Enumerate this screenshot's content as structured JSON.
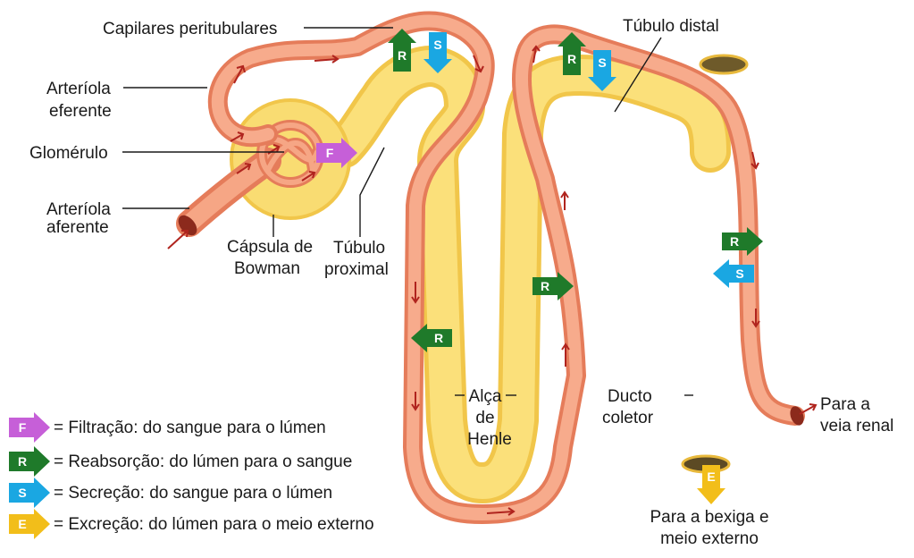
{
  "labels": {
    "capilares": "Capilares peritubulares",
    "arteriola_eferente_1": "Arteríola",
    "arteriola_eferente_2": "eferente",
    "glomerulo": "Glomérulo",
    "arteriola_aferente_1": "Arteríola",
    "arteriola_aferente_2": "aferente",
    "capsula_1": "Cápsula de",
    "capsula_2": "Bowman",
    "tubulo_proximal_1": "Túbulo",
    "tubulo_proximal_2": "proximal",
    "tubulo_distal": "Túbulo distal",
    "alca_1": "Alça",
    "alca_2": "de",
    "alca_3": "Henle",
    "ducto_1": "Ducto",
    "ducto_2": "coletor",
    "veia_1": "Para a",
    "veia_2": "veia renal",
    "bexiga_1": "Para a bexiga e",
    "bexiga_2": "meio externo"
  },
  "badges": {
    "F": "F",
    "R": "R",
    "S": "S",
    "E": "E"
  },
  "legend": [
    {
      "letter": "F",
      "text": "= Filtração: do sangue para o lúmen"
    },
    {
      "letter": "R",
      "text": "= Reabsorção: do lúmen para o sangue"
    },
    {
      "letter": "S",
      "text": "= Secreção: do sangue para o lúmen"
    },
    {
      "letter": "E",
      "text": "= Excreção: do lúmen para o meio externo"
    }
  ],
  "colors": {
    "F": "#c65fd8",
    "R": "#1f7a2a",
    "S": "#1aa7e2",
    "E": "#f2be1a",
    "tubule": "#fbe07a",
    "vessel": "#f29a78",
    "arrow": "#b0241e"
  }
}
